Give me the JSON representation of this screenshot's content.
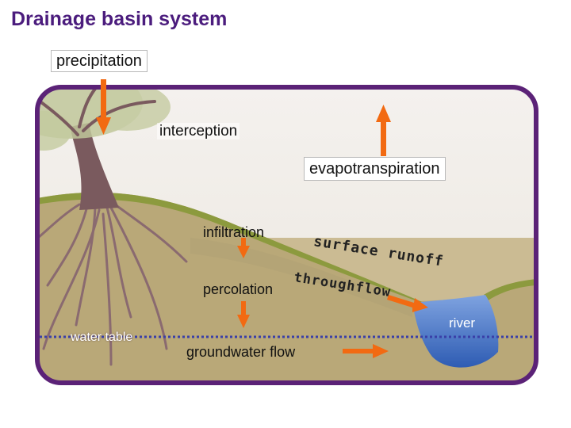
{
  "title": "Drainage basin system",
  "labels": {
    "precipitation": "precipitation",
    "interception": "interception",
    "evapotranspiration": "evapotranspiration",
    "infiltration": "infiltration",
    "surface_runoff": "surface runoff",
    "throughflow": "throughflow",
    "percolation": "percolation",
    "water_table": "water table",
    "river": "river",
    "groundwater_flow": "groundwater flow"
  },
  "colors": {
    "title": "#4b1c7d",
    "frame": "#5b2277",
    "arrow": "#f26a12",
    "water_table_line": "#3a3fa8",
    "river": "#3f6fc4",
    "soil": "#c9b98f",
    "grass": "#8c9a3e",
    "tree": "#7a5a5e"
  }
}
